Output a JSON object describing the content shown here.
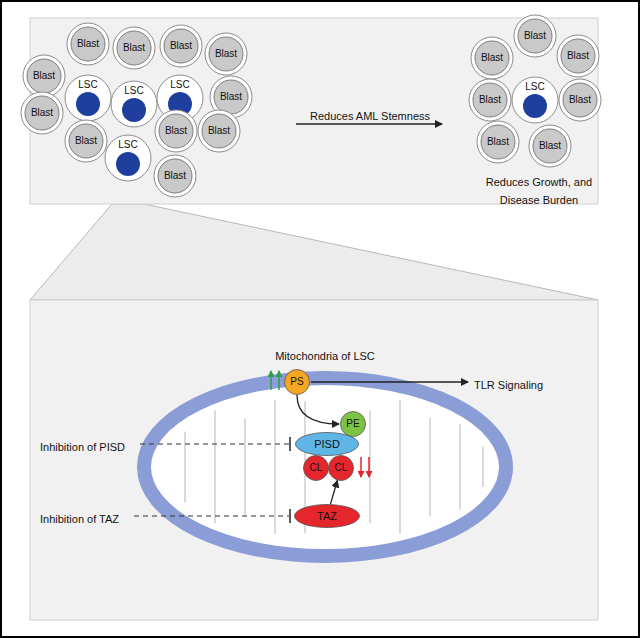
{
  "diagram": {
    "nodes": [
      {
        "text": [
          "Blast"
        ]
      },
      {
        "text": [
          "Blast"
        ]
      },
      {
        "text": [
          "Blast"
        ]
      },
      {
        "text": [
          "Blast"
        ]
      },
      {
        "text": [
          "Blast"
        ]
      },
      {
        "text": [
          "LSC"
        ]
      },
      {
        "text": [
          "LSC"
        ]
      },
      {
        "text": [
          "Blast"
        ]
      },
      {
        "text": [
          "LSC"
        ]
      },
      {
        "text": [
          "Blast"
        ]
      },
      {
        "text": [
          "Blast"
        ]
      },
      {
        "text": [
          "Blast"
        ]
      },
      {
        "text": [
          "Blast"
        ]
      },
      {
        "text": [
          "LSC"
        ]
      },
      {
        "text": [
          "Blast"
        ]
      },
      {
        "text": [
          "Blast"
        ]
      },
      {
        "text": [
          "Blast"
        ]
      },
      {
        "text": [
          "Blast"
        ]
      },
      {
        "text": [
          "Blast"
        ]
      },
      {
        "text": [
          "LSC"
        ]
      },
      {
        "text": [
          "Blast"
        ]
      },
      {
        "text": [
          "Blast"
        ]
      },
      {
        "text": [
          "Blast"
        ]
      },
      {
        "text": [
          "Mitochondria of LSC"
        ]
      },
      {
        "text": [
          "PS"
        ],
        "in": 23
      },
      {
        "text": [
          "PE"
        ],
        "in": 23
      },
      {
        "text": [
          "PISD"
        ],
        "in": 23
      },
      {
        "text": [
          "CL"
        ],
        "in": 23
      },
      {
        "text": [
          "CL"
        ],
        "in": 23
      },
      {
        "text": [
          "TAZ"
        ],
        "in": 23
      }
    ],
    "edges": [
      {
        "from": 24,
        "to": 25,
        "arrow": "to"
      },
      {
        "from": 29,
        "to": 28,
        "arrow": "to"
      }
    ],
    "labels": [
      "Reduces AML Stemness",
      "Reduces Growth, and Disease Burden",
      "TLR Signaling",
      "Inhibition of PISD",
      "Inhibition of TAZ"
    ]
  }
}
